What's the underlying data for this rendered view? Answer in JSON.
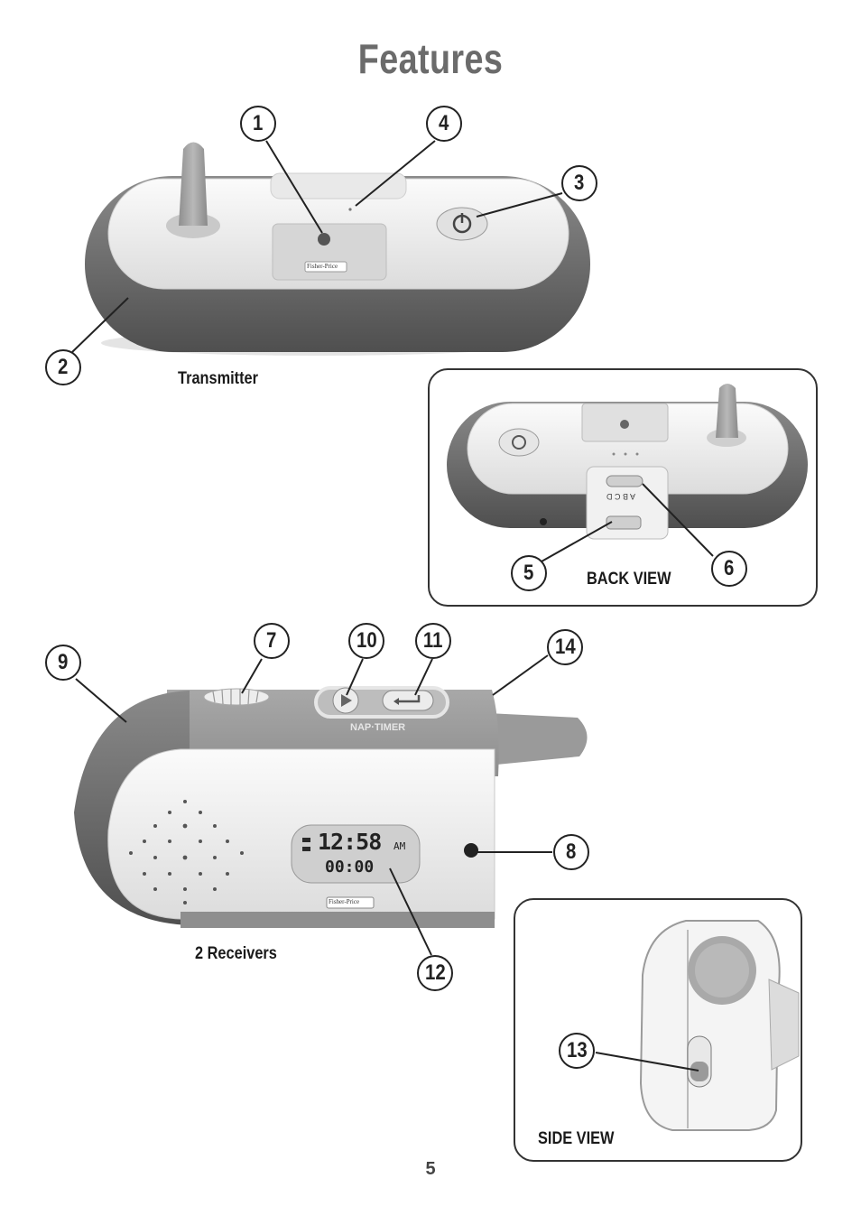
{
  "title": "Features",
  "captions": {
    "transmitter": "Transmitter",
    "back_view": "BACK VIEW",
    "receivers": "2 Receivers",
    "side_view": "SIDE VIEW"
  },
  "callouts": [
    "1",
    "2",
    "3",
    "4",
    "5",
    "6",
    "7",
    "8",
    "9",
    "10",
    "11",
    "12",
    "13",
    "14"
  ],
  "device_labels": {
    "brand": "Fisher-Price",
    "nap_timer": "NAP·TIMER",
    "lcd_time": "12:58",
    "lcd_ampm": "AM",
    "lcd_timer": "00:00",
    "channels": "A B C D"
  },
  "page_number": "5",
  "colors": {
    "title": "#6b6b6b",
    "body_dark": "#6e6e6e",
    "body_light": "#f2f2f2",
    "outline": "#222222"
  }
}
